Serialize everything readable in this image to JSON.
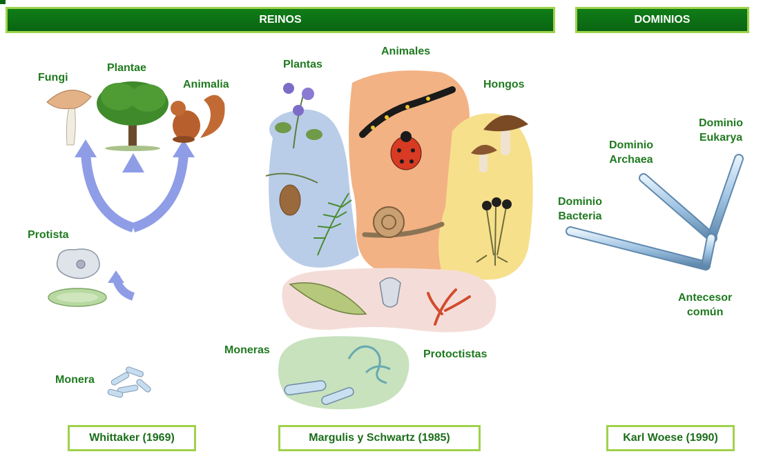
{
  "banners": {
    "reinos": "REINOS",
    "dominios": "DOMINIOS"
  },
  "whittaker": {
    "fungi": "Fungi",
    "plantae": "Plantae",
    "animalia": "Animalia",
    "protista": "Protista",
    "monera": "Monera"
  },
  "margulis": {
    "plantas": "Plantas",
    "animales": "Animales",
    "hongos": "Hongos",
    "moneras": "Moneras",
    "protoctistas": "Protoctistas"
  },
  "woese": {
    "eukarya_1": "Dominio",
    "eukarya_2": "Eukarya",
    "archaea_1": "Dominio",
    "archaea_2": "Archaea",
    "bacteria_1": "Dominio",
    "bacteria_2": "Bacteria",
    "ancestor_1": "Antecesor",
    "ancestor_2": "común"
  },
  "captions": {
    "whittaker": "Whittaker (1969)",
    "margulis": "Margulis y Schwartz (1985)",
    "woese": "Karl Woese (1990)"
  },
  "colors": {
    "banner": "#0f7d17",
    "border": "#9fd24a",
    "label": "#1f7a1f",
    "arrow": "#8f9de6",
    "blob_plants": "#b9cde8",
    "blob_animals": "#f2b284",
    "blob_fungi": "#f7e08c",
    "blob_protists": "#f4ddd8",
    "blob_monera": "#c7e2bd",
    "tube": "#9fc3e2"
  }
}
